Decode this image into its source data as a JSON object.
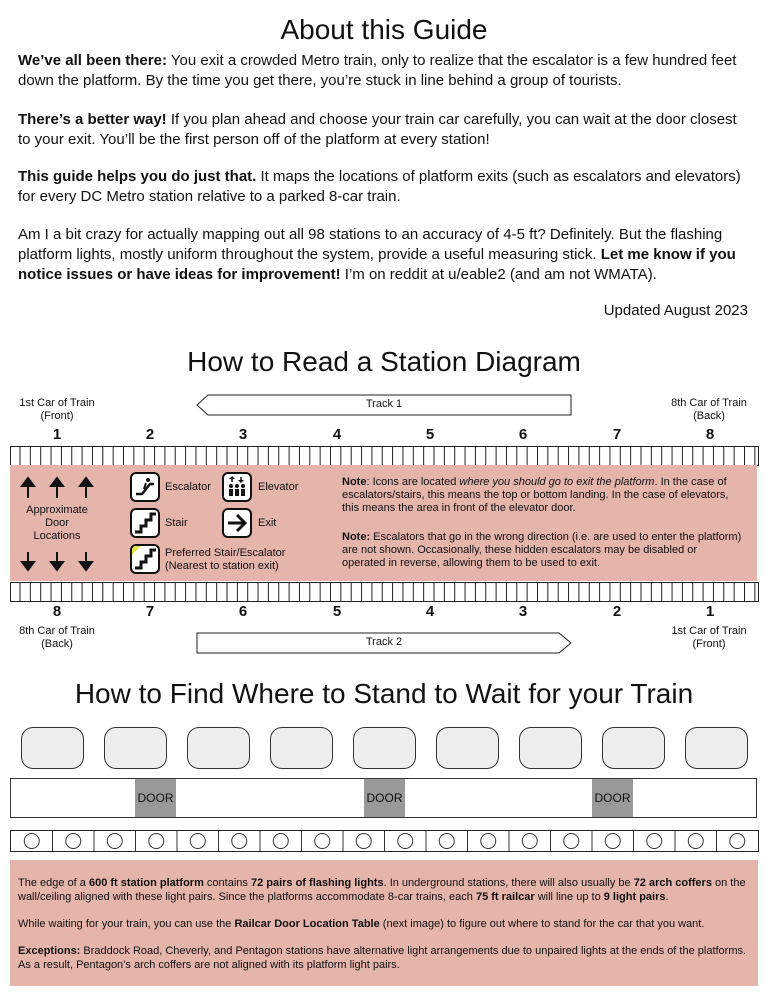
{
  "about": {
    "title": "About this Guide",
    "p1_bold": "We’ve all been there:",
    "p1_text": " You exit a crowded Metro train, only to realize that the escalator is a few hundred feet down the platform. By the time you get there, you’re stuck in line behind a group of tourists.",
    "p2_bold": "There’s a better way!",
    "p2_text": " If you plan ahead and choose your train car carefully, you can wait at the door closest to your exit. You’ll be the first person off of the platform at every station!",
    "p3_bold": "This guide helps you do just that.",
    "p3_text": " It maps the locations of platform exits (such as escalators and elevators) for every DC Metro station relative to a parked 8-car train.",
    "p4_text": "Am I a bit crazy for actually mapping out all 98 stations to an accuracy of 4-5 ft? Definitely. But the flashing platform lights, mostly uniform throughout the system, provide a useful measuring stick. ",
    "p4_bold": "Let me know if you notice issues or have ideas for improvement!",
    "p4_text2": " I’m on reddit at u/eable2 (and am not WMATA).",
    "updated": "Updated August 2023"
  },
  "diagram": {
    "title": "How to Read a Station Diagram",
    "top_left_label_1": "1st Car of Train",
    "top_left_label_2": "(Front)",
    "top_right_label_1": "8th Car of Train",
    "top_right_label_2": "(Back)",
    "track1": "Track 1",
    "track2": "Track 2",
    "bottom_left_label_1": "8th Car of Train",
    "bottom_left_label_2": "(Back)",
    "bottom_right_label_1": "1st Car of Train",
    "bottom_right_label_2": "(Front)",
    "top_numbers": [
      "1",
      "2",
      "3",
      "4",
      "5",
      "6",
      "7",
      "8"
    ],
    "bottom_numbers": [
      "8",
      "7",
      "6",
      "5",
      "4",
      "3",
      "2",
      "1"
    ],
    "door_label_1": "Approximate",
    "door_label_2": "Door",
    "door_label_3": "Locations",
    "legend": {
      "escalator": "Escalator",
      "elevator": "Elevator",
      "stair": "Stair",
      "exit": "Exit",
      "preferred_1": "Preferred Stair/Escalator",
      "preferred_2": "(Nearest to station exit)"
    },
    "note1_bold": "Note",
    "note1_text": ": Icons are located ",
    "note1_italic": "where you should go to exit the platform",
    "note1_text2": ". In the case of escalators/stairs, this means the top or bottom landing. In the case of elevators, this means the area in front of the elevator door.",
    "note2_bold": "Note:",
    "note2_text": " Escalators that go in the wrong direction (i.e. are used to enter the platform) are not shown. Occasionally, these hidden escalators may be disabled or operated in reverse, allowing them to be used to exit."
  },
  "find": {
    "title": "How to Find Where to Stand to Wait for your Train",
    "door_label": "DOOR",
    "b1_t1": "The edge of a ",
    "b1_b1": "600 ft station platform",
    "b1_t2": " contains ",
    "b1_b2": "72 pairs of flashing lights",
    "b1_t3": ". In underground stations, there will also usually be ",
    "b1_b3": "72 arch coffers",
    "b1_t4": " on the wall/ceiling aligned with these light pairs. Since the platforms accommodate 8-car trains, each ",
    "b1_b4": "75 ft railcar",
    "b1_t5": " will line up to ",
    "b1_b5": "9 light pairs",
    "b1_t6": ".",
    "b2_t1": "While waiting for your train, you can use the ",
    "b2_b1": "Railcar Door Location Table",
    "b2_t2": " (next image) to figure out where to stand for the car that you want.",
    "b3_b1": "Exceptions:",
    "b3_t1": " Braddock Road, Cheverly, and Pentagon stations have alternative light arrangements due to unpaired lights at the ends of the platforms. As a result, Pentagon’s arch coffers are not aligned with its platform light pairs."
  }
}
